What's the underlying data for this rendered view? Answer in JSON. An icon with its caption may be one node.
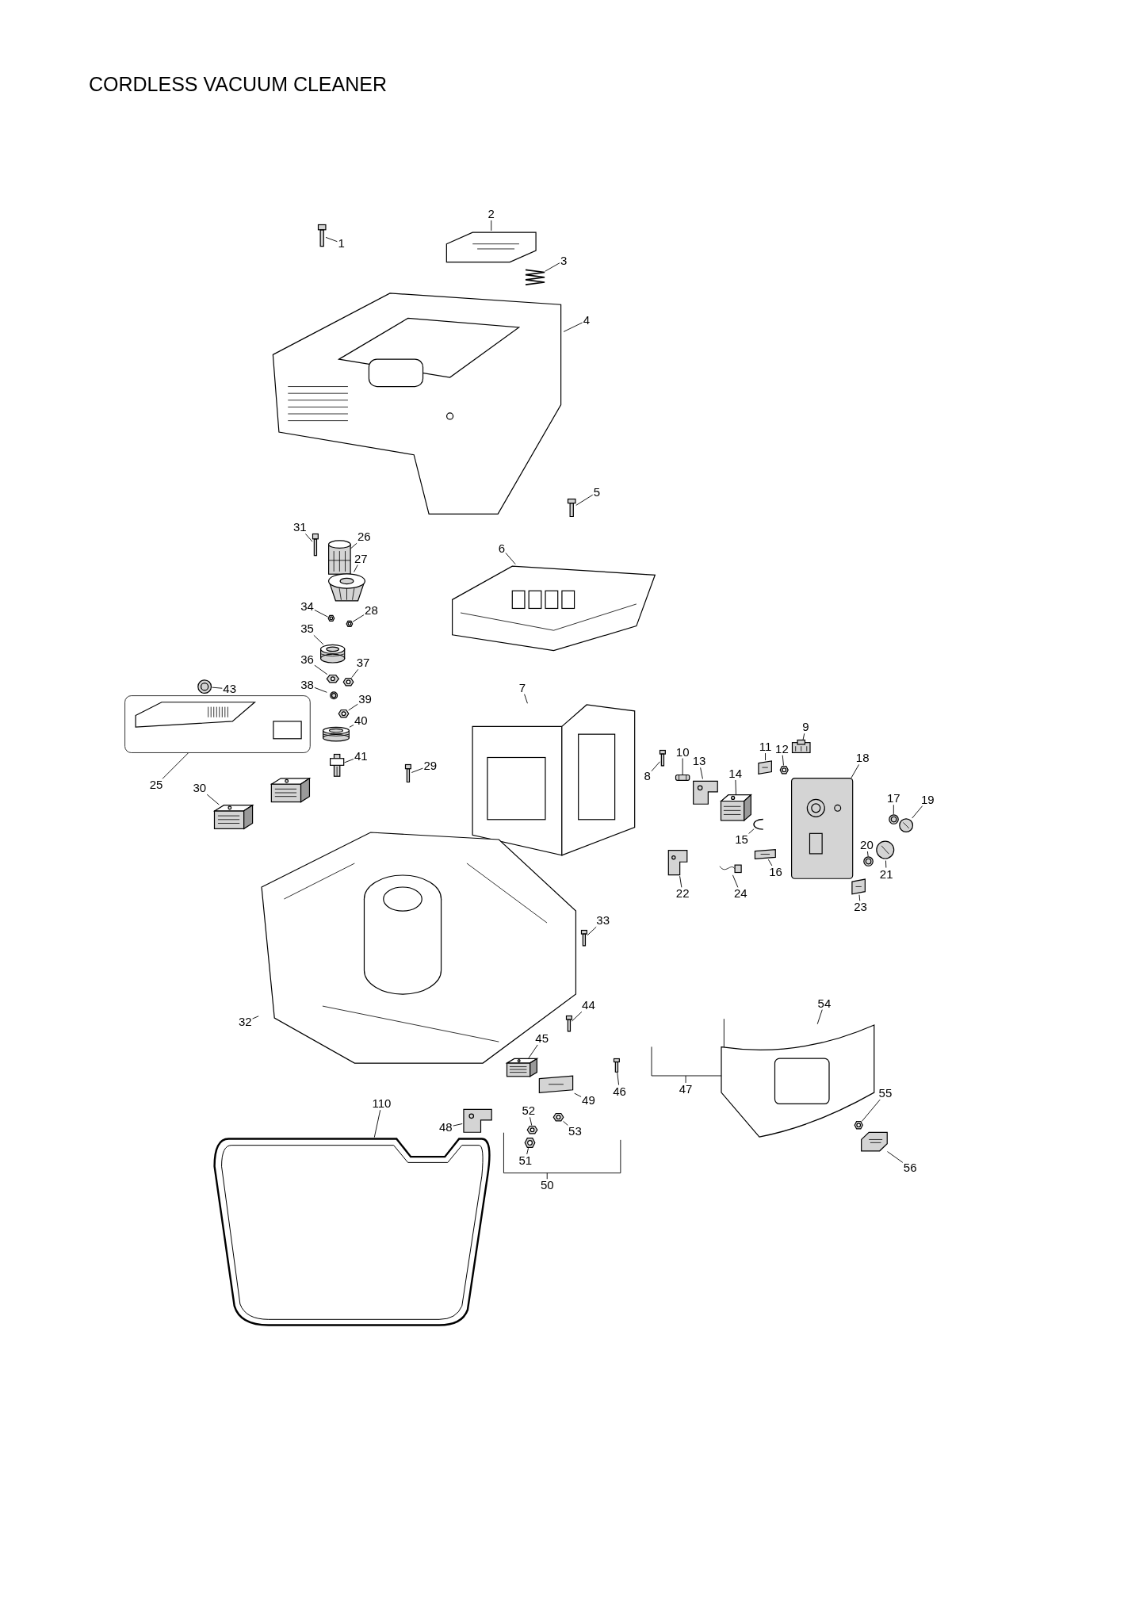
{
  "diagram": {
    "title": "CORDLESS VACUUM CLEANER",
    "nodes": [
      {
        "text": [
          "1"
        ]
      },
      {
        "text": [],
        "shape": "picture"
      },
      {
        "text": [
          "2"
        ]
      },
      {
        "text": [],
        "shape": "picture"
      },
      {
        "text": [
          "3"
        ]
      },
      {
        "text": [],
        "shape": "picture"
      },
      {
        "text": [
          "4"
        ]
      },
      {
        "text": [],
        "shape": "picture"
      },
      {
        "text": [
          "5"
        ]
      },
      {
        "text": [],
        "shape": "picture"
      },
      {
        "text": [
          "6"
        ]
      },
      {
        "text": [],
        "shape": "picture"
      },
      {
        "text": [
          "7"
        ]
      },
      {
        "text": [],
        "shape": "picture"
      },
      {
        "text": [
          "8"
        ]
      },
      {
        "text": [],
        "shape": "picture"
      },
      {
        "text": [
          "9"
        ]
      },
      {
        "text": [],
        "shape": "picture"
      },
      {
        "text": [
          "10"
        ]
      },
      {
        "text": [],
        "shape": "picture"
      },
      {
        "text": [
          "11"
        ]
      },
      {
        "text": [],
        "shape": "picture"
      },
      {
        "text": [
          "12"
        ]
      },
      {
        "text": [],
        "shape": "picture"
      },
      {
        "text": [
          "13"
        ]
      },
      {
        "text": [],
        "shape": "picture"
      },
      {
        "text": [
          "14"
        ]
      },
      {
        "text": [],
        "shape": "picture"
      },
      {
        "text": [
          "15"
        ]
      },
      {
        "text": [],
        "shape": "picture"
      },
      {
        "text": [
          "16"
        ]
      },
      {
        "text": [],
        "shape": "picture"
      },
      {
        "text": [
          "17"
        ]
      },
      {
        "text": [],
        "shape": "picture"
      },
      {
        "text": [
          "18"
        ]
      },
      {
        "text": [],
        "shape": "picture"
      },
      {
        "text": [
          "19"
        ]
      },
      {
        "text": [],
        "shape": "picture"
      },
      {
        "text": [
          "20"
        ]
      },
      {
        "text": [],
        "shape": "picture"
      },
      {
        "text": [
          "21"
        ]
      },
      {
        "text": [],
        "shape": "picture"
      },
      {
        "text": [
          "22"
        ]
      },
      {
        "text": [],
        "shape": "picture"
      },
      {
        "text": [
          "23"
        ]
      },
      {
        "text": [],
        "shape": "picture"
      },
      {
        "text": [
          "24"
        ]
      },
      {
        "text": [],
        "shape": "picture"
      },
      {
        "text": [
          "25"
        ]
      },
      {
        "text": [],
        "shape": "picture"
      },
      {
        "text": [
          "26"
        ]
      },
      {
        "text": [],
        "shape": "picture"
      },
      {
        "text": [
          "27"
        ]
      },
      {
        "text": [],
        "shape": "picture"
      },
      {
        "text": [
          "28"
        ]
      },
      {
        "text": [],
        "shape": "picture"
      },
      {
        "text": [
          "29"
        ]
      },
      {
        "text": [],
        "shape": "picture"
      },
      {
        "text": [
          "30"
        ]
      },
      {
        "text": [],
        "shape": "picture"
      },
      {
        "text": [
          "31"
        ]
      },
      {
        "text": [],
        "shape": "picture"
      },
      {
        "text": [
          "32"
        ]
      },
      {
        "text": [],
        "shape": "picture"
      },
      {
        "text": [
          "33"
        ]
      },
      {
        "text": [],
        "shape": "picture"
      },
      {
        "text": [
          "34"
        ]
      },
      {
        "text": [],
        "shape": "picture"
      },
      {
        "text": [
          "35"
        ]
      },
      {
        "text": [],
        "shape": "picture"
      },
      {
        "text": [
          "36"
        ]
      },
      {
        "text": [],
        "shape": "picture"
      },
      {
        "text": [
          "37"
        ]
      },
      {
        "text": [],
        "shape": "picture"
      },
      {
        "text": [
          "38"
        ]
      },
      {
        "text": [],
        "shape": "picture"
      },
      {
        "text": [
          "39"
        ]
      },
      {
        "text": [],
        "shape": "picture"
      },
      {
        "text": [
          "40"
        ]
      },
      {
        "text": [],
        "shape": "picture"
      },
      {
        "text": [
          "41"
        ]
      },
      {
        "text": [],
        "shape": "picture"
      },
      {
        "text": [
          "43"
        ]
      },
      {
        "text": [],
        "shape": "picture"
      },
      {
        "text": [
          "44"
        ]
      },
      {
        "text": [],
        "shape": "picture"
      },
      {
        "text": [
          "45"
        ]
      },
      {
        "text": [],
        "shape": "picture"
      },
      {
        "text": [
          "46"
        ]
      },
      {
        "text": [],
        "shape": "picture"
      },
      {
        "text": [
          "47"
        ]
      },
      {
        "text": [
          "48"
        ]
      },
      {
        "text": [],
        "shape": "picture"
      },
      {
        "text": [
          "49"
        ]
      },
      {
        "text": [],
        "shape": "picture"
      },
      {
        "text": [
          "50"
        ]
      },
      {
        "text": [
          "51"
        ]
      },
      {
        "text": [],
        "shape": "picture"
      },
      {
        "text": [
          "52"
        ]
      },
      {
        "text": [],
        "shape": "picture"
      },
      {
        "text": [
          "53"
        ]
      },
      {
        "text": [],
        "shape": "picture"
      },
      {
        "text": [
          "54"
        ]
      },
      {
        "text": [],
        "shape": "picture"
      },
      {
        "text": [
          "55"
        ]
      },
      {
        "text": [],
        "shape": "picture"
      },
      {
        "text": [
          "56"
        ]
      },
      {
        "text": [],
        "shape": "picture"
      },
      {
        "text": [
          "110"
        ]
      },
      {
        "text": [],
        "shape": "picture"
      }
    ],
    "edges": [
      {
        "from": 0,
        "to": 1,
        "arrow": "none"
      },
      {
        "from": 2,
        "to": 3,
        "arrow": "none"
      },
      {
        "from": 4,
        "to": 5,
        "arrow": "none"
      },
      {
        "from": 6,
        "to": 7,
        "arrow": "none"
      },
      {
        "from": 8,
        "to": 9,
        "arrow": "none"
      },
      {
        "from": 10,
        "to": 11,
        "arrow": "none"
      },
      {
        "from": 12,
        "to": 13,
        "arrow": "none"
      },
      {
        "from": 14,
        "to": 15,
        "arrow": "none"
      },
      {
        "from": 16,
        "to": 17,
        "arrow": "none"
      },
      {
        "from": 18,
        "to": 19,
        "arrow": "none"
      },
      {
        "from": 20,
        "to": 21,
        "arrow": "none"
      },
      {
        "from": 22,
        "to": 23,
        "arrow": "none"
      },
      {
        "from": 24,
        "to": 25,
        "arrow": "none"
      },
      {
        "from": 26,
        "to": 27,
        "arrow": "none"
      },
      {
        "from": 28,
        "to": 29,
        "arrow": "none"
      },
      {
        "from": 30,
        "to": 31,
        "arrow": "none"
      },
      {
        "from": 32,
        "to": 33,
        "arrow": "none"
      },
      {
        "from": 34,
        "to": 35,
        "arrow": "none"
      },
      {
        "from": 36,
        "to": 37,
        "arrow": "none"
      },
      {
        "from": 38,
        "to": 39,
        "arrow": "none"
      },
      {
        "from": 40,
        "to": 41,
        "arrow": "none"
      },
      {
        "from": 42,
        "to": 43,
        "arrow": "none"
      },
      {
        "from": 44,
        "to": 45,
        "arrow": "none"
      },
      {
        "from": 46,
        "to": 47,
        "arrow": "none"
      },
      {
        "from": 48,
        "to": 49,
        "arrow": "none"
      },
      {
        "from": 50,
        "to": 51,
        "arrow": "none"
      },
      {
        "from": 52,
        "to": 53,
        "arrow": "none"
      },
      {
        "from": 54,
        "to": 55,
        "arrow": "none"
      },
      {
        "from": 56,
        "to": 57,
        "arrow": "none"
      },
      {
        "from": 58,
        "to": 59,
        "arrow": "none"
      },
      {
        "from": 60,
        "to": 61,
        "arrow": "none"
      },
      {
        "from": 62,
        "to": 63,
        "arrow": "none"
      },
      {
        "from": 64,
        "to": 65,
        "arrow": "none"
      },
      {
        "from": 66,
        "to": 67,
        "arrow": "none"
      },
      {
        "from": 68,
        "to": 69,
        "arrow": "none"
      },
      {
        "from": 70,
        "to": 71,
        "arrow": "none"
      },
      {
        "from": 72,
        "to": 73,
        "arrow": "none"
      },
      {
        "from": 74,
        "to": 75,
        "arrow": "none"
      },
      {
        "from": 76,
        "to": 77,
        "arrow": "none"
      },
      {
        "from": 78,
        "to": 79,
        "arrow": "none"
      },
      {
        "from": 80,
        "to": 81,
        "arrow": "none"
      },
      {
        "from": 82,
        "to": 83,
        "arrow": "none"
      },
      {
        "from": 84,
        "to": 85,
        "arrow": "none"
      },
      {
        "from": 86,
        "to": 87,
        "arrow": "none"
      },
      {
        "from": 88,
        "to": 89,
        "arrow": "none"
      },
      {
        "from": 90,
        "to": null,
        "arrow": "none"
      },
      {
        "from": 91,
        "to": 92,
        "arrow": "none"
      },
      {
        "from": 93,
        "to": 94,
        "arrow": "none"
      },
      {
        "from": 95,
        "to": null,
        "arrow": "none"
      },
      {
        "from": 96,
        "to": 97,
        "arrow": "none"
      },
      {
        "from": 98,
        "to": 99,
        "arrow": "none"
      },
      {
        "from": 100,
        "to": 101,
        "arrow": "none"
      },
      {
        "from": 102,
        "to": 103,
        "arrow": "none"
      },
      {
        "from": 104,
        "to": 105,
        "arrow": "none"
      },
      {
        "from": 106,
        "to": 107,
        "arrow": "none"
      },
      {
        "from": 108,
        "to": 109,
        "arrow": "none"
      }
    ]
  }
}
